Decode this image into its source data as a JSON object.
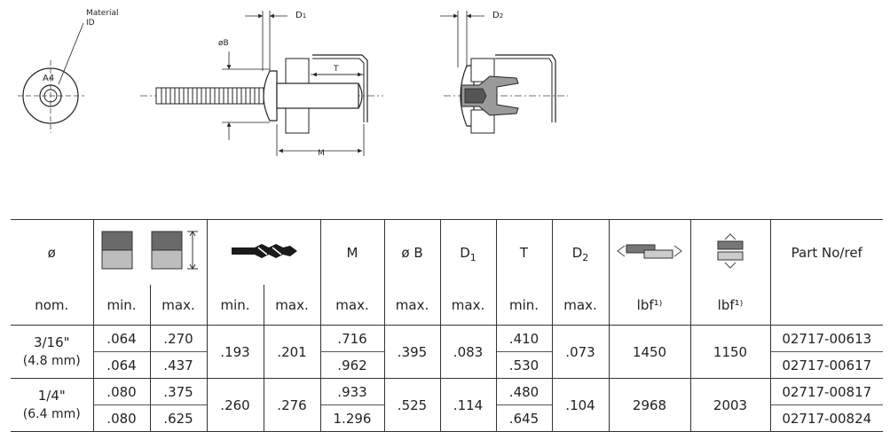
{
  "drawing": {
    "material_id": "Material",
    "material_id_2": "ID",
    "material_code": "A4",
    "dim_D1": "D",
    "dim_D1_sub": "1",
    "dim_D2": "D",
    "dim_D2_sub": "2",
    "dim_B": "øB",
    "dim_T": "T",
    "dim_M": "M"
  },
  "table": {
    "headers": {
      "dia": "ø",
      "m": "M",
      "b": "ø B",
      "d1": "D",
      "d1_sub": "1",
      "t": "T",
      "d2": "D",
      "d2_sub": "2",
      "part": "Part No/ref"
    },
    "subheaders": {
      "nom": "nom.",
      "grip_min": "min.",
      "grip_max": "max.",
      "drill_min": "min.",
      "drill_max": "max.",
      "m": "max.",
      "b": "max.",
      "d1": "max.",
      "t": "min.",
      "d2": "max.",
      "shear": "lbf¹⁾",
      "tensile": "lbf¹⁾"
    },
    "groups": [
      {
        "size": "3/16\"",
        "size_mm": "(4.8 mm)",
        "drill_min": ".193",
        "drill_max": ".201",
        "b": ".395",
        "d1": ".083",
        "d2": ".073",
        "shear": "1450",
        "tensile": "1150",
        "rows": [
          {
            "grip_min": ".064",
            "grip_max": ".270",
            "m": ".716",
            "t": ".410",
            "part": "02717-00613"
          },
          {
            "grip_min": ".064",
            "grip_max": ".437",
            "m": ".962",
            "t": ".530",
            "part": "02717-00617"
          }
        ]
      },
      {
        "size": "1/4\"",
        "size_mm": "(6.4 mm)",
        "drill_min": ".260",
        "drill_max": ".276",
        "b": ".525",
        "d1": ".114",
        "d2": ".104",
        "shear": "2968",
        "tensile": "2003",
        "rows": [
          {
            "grip_min": ".080",
            "grip_max": ".375",
            "m": ".933",
            "t": ".480",
            "part": "02717-00817"
          },
          {
            "grip_min": ".080",
            "grip_max": ".625",
            "m": "1.296",
            "t": ".645",
            "part": "02717-00824"
          }
        ]
      }
    ]
  }
}
